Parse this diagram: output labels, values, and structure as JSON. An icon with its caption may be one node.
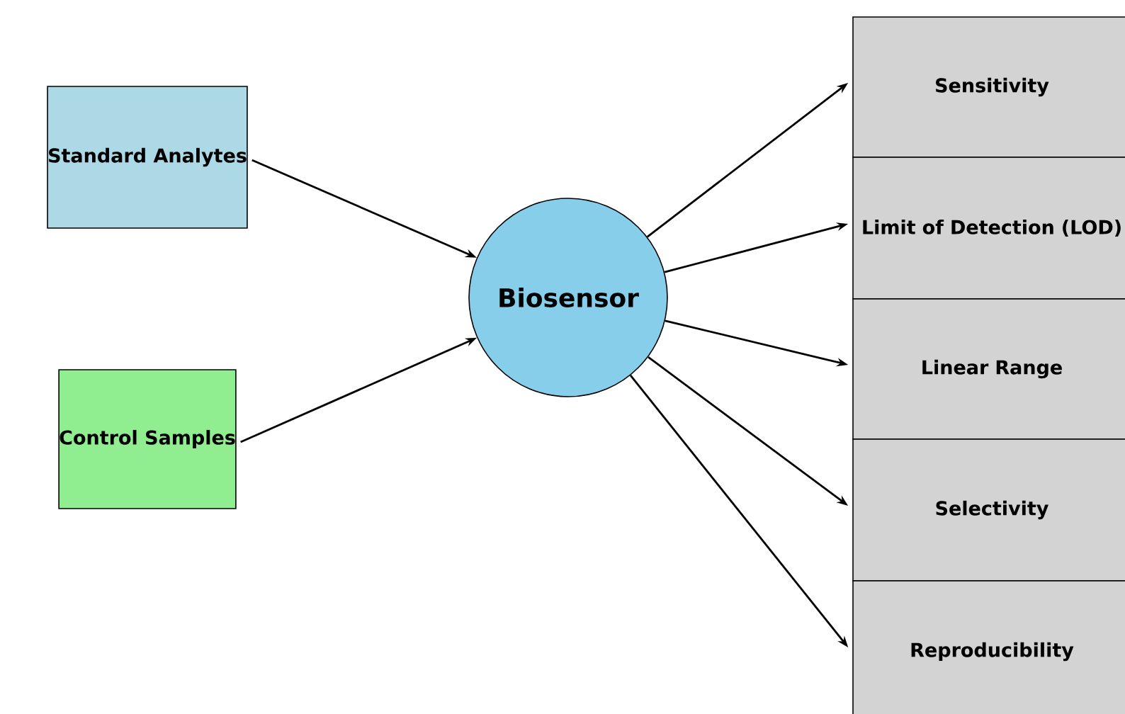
{
  "diagram": {
    "nodes": [
      {
        "text": [
          "Standard Analytes"
        ]
      },
      {
        "text": [
          "Control Samples"
        ]
      },
      {
        "text": [
          "Biosensor"
        ]
      },
      {
        "text": [
          "Sensitivity"
        ]
      },
      {
        "text": [
          "Limit of Detection (LOD)"
        ]
      },
      {
        "text": [
          "Linear Range"
        ]
      },
      {
        "text": [
          "Selectivity"
        ]
      },
      {
        "text": [
          "Reproducibility"
        ]
      }
    ],
    "edges": [
      {
        "from": 0,
        "to": 2,
        "arrow": "to"
      },
      {
        "from": 1,
        "to": 2,
        "arrow": "to"
      },
      {
        "from": 2,
        "to": 3,
        "arrow": "to"
      },
      {
        "from": 2,
        "to": 4,
        "arrow": "to"
      },
      {
        "from": 2,
        "to": 5,
        "arrow": "to"
      },
      {
        "from": 2,
        "to": 6,
        "arrow": "to"
      },
      {
        "from": 2,
        "to": 7,
        "arrow": "to"
      }
    ]
  }
}
